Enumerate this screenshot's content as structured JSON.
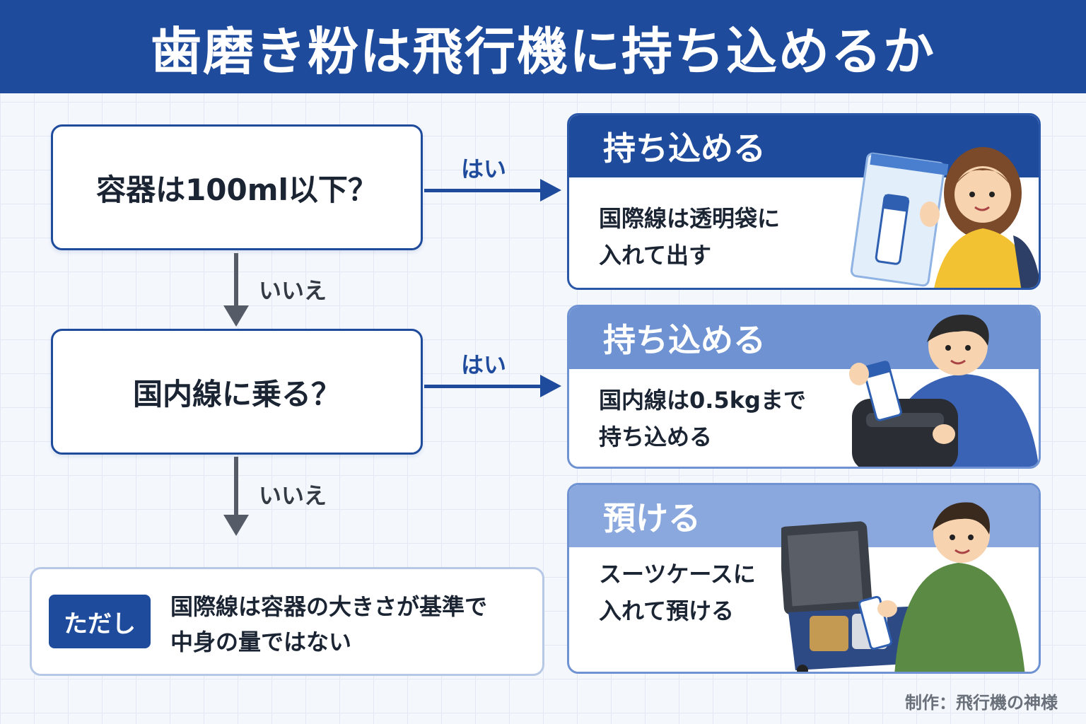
{
  "title": "歯磨き粉は飛行機に持ち込めるか",
  "questions": [
    {
      "text": "容器は100ml以下？"
    },
    {
      "text": "国内線に乗る？"
    }
  ],
  "yes_label": "はい",
  "no_label": "いいえ",
  "results": [
    {
      "heading": "持ち込める",
      "lines": [
        "国際線は透明袋に",
        "入れて出す"
      ]
    },
    {
      "heading": "持ち込める",
      "lines": [
        "国内線は0.5kgまで",
        "持ち込める"
      ]
    },
    {
      "heading": "預ける",
      "lines": [
        "スーツケースに",
        "入れて預ける"
      ]
    }
  ],
  "note": {
    "badge": "ただし",
    "lines": [
      "国際線は容器の大きさが基準で",
      "中身の量ではない"
    ]
  },
  "credit": "制作：飛行機の神様",
  "colors": {
    "primary": "#1f4b9c",
    "secondary": "#6f93d2",
    "tertiary": "#8aa8dd",
    "arrow_no": "#555c68",
    "background": "#f4f7fc"
  }
}
